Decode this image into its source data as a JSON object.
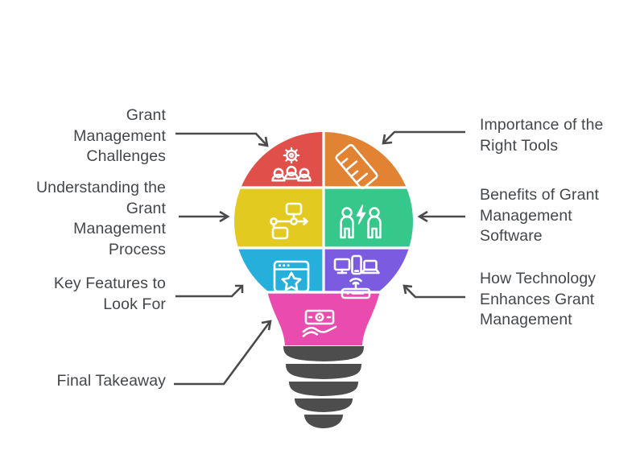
{
  "page": {
    "background": "#ffffff",
    "text_color": "#44474a",
    "title": "Grant Management Lightbulb Infographic"
  },
  "labels": {
    "left": [
      {
        "id": "challenges",
        "text": "Grant\nManagement\nChallenges",
        "name": "label-grant-management-challenges"
      },
      {
        "id": "process",
        "text": "Understanding the\nGrant\nManagement\nProcess",
        "name": "label-understanding-grant-management-process"
      },
      {
        "id": "keyfeatures",
        "text": "Key Features to\nLook For",
        "name": "label-key-features-to-look-for"
      },
      {
        "id": "takeaway",
        "text": "Final Takeaway",
        "name": "label-final-takeaway"
      }
    ],
    "right": [
      {
        "id": "importance",
        "text": "Importance of the\nRight Tools",
        "name": "label-importance-of-the-right-tools"
      },
      {
        "id": "benefits",
        "text": "Benefits of Grant\nManagement\nSoftware",
        "name": "label-benefits-of-grant-management-software"
      },
      {
        "id": "tech",
        "text": "How Technology\nEnhances Grant\nManagement",
        "name": "label-how-technology-enhances-grant-management"
      }
    ]
  },
  "bulb": {
    "segments": [
      {
        "id": "red",
        "color": "#E04F4A",
        "icon": "gear-with-people-icon",
        "linked_label": "Grant Management Challenges"
      },
      {
        "id": "orange",
        "color": "#E18332",
        "icon": "ruler-icon",
        "linked_label": "Importance of the Right Tools"
      },
      {
        "id": "yellow",
        "color": "#E3CA20",
        "icon": "workflow-diagram-icon",
        "linked_label": "Understanding the Grant Management Process"
      },
      {
        "id": "green",
        "color": "#36C88A",
        "icon": "two-people-lightning-icon",
        "linked_label": "Benefits of Grant Management Software"
      },
      {
        "id": "blue",
        "color": "#27AFDC",
        "icon": "browser-star-icon",
        "linked_label": "Key Features to Look For"
      },
      {
        "id": "purple",
        "color": "#7B5BE0",
        "icon": "devices-router-icon",
        "linked_label": "How Technology Enhances Grant Management"
      },
      {
        "id": "pink",
        "color": "#E94BAF",
        "icon": "money-in-hand-icon",
        "linked_label": "Final Takeaway"
      }
    ],
    "base_color": "#4D4D4D",
    "icon_color": "#ffffff",
    "divider_color": "#ffffff",
    "arrow_color": "#4a4a4d"
  }
}
